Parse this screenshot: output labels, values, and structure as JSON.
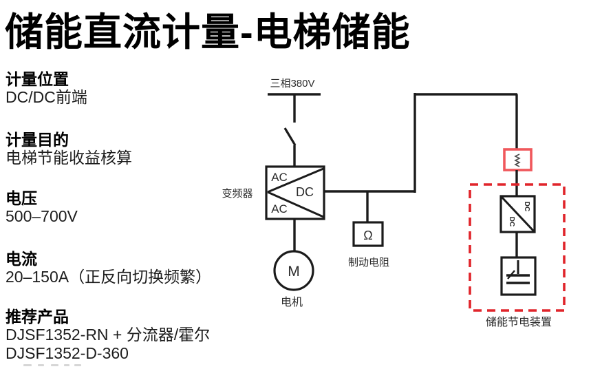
{
  "title": "储能直流计量-电梯储能",
  "sections": [
    {
      "label": "计量位置",
      "lines": [
        "DC/DC前端"
      ]
    },
    {
      "label": "计量目的",
      "lines": [
        "电梯节能收益核算"
      ]
    },
    {
      "label": "电压",
      "lines": [
        "500–700V"
      ]
    },
    {
      "label": "电流",
      "lines": [
        "20–150A（正反向切换频繁）"
      ]
    },
    {
      "label": "推荐产品",
      "lines": [
        "DJSF1352-RN + 分流器/霍尔",
        "DJSF1352-D-360"
      ]
    }
  ],
  "diagram": {
    "supply_label": "三相380V",
    "inverter_label": "变频器",
    "inverter_ac_in": "AC",
    "inverter_dc": "DC",
    "inverter_ac_out": "AC",
    "motor_symbol": "M",
    "motor_label": "电机",
    "brake_resistor_symbol": "Ω",
    "brake_resistor_label": "制动电阻",
    "dcdc_label_top": "DC",
    "dcdc_label_bottom": "DC",
    "storage_unit_label": "储能节电装置",
    "colors": {
      "line": "#1b1b1b",
      "shunt_box_red": "#f0585c",
      "dashed_box_red": "#e0252b"
    }
  }
}
